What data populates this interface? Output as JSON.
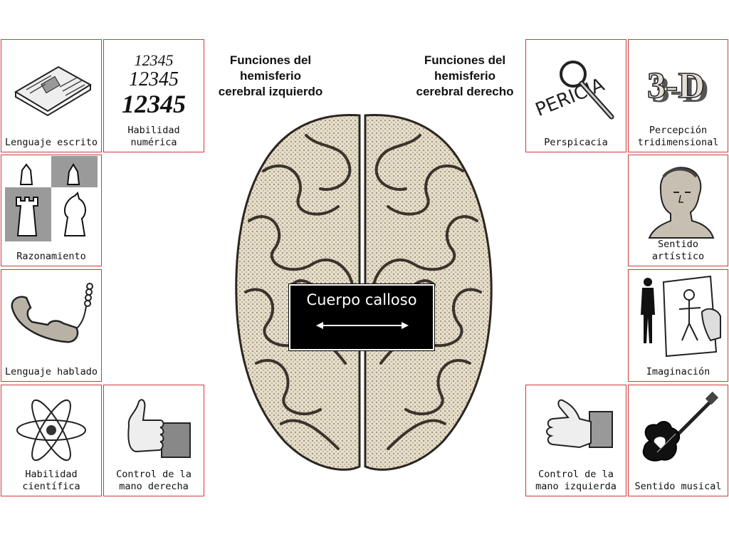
{
  "headings": {
    "left": "Funciones del\nhemisferio\ncerebral izquierdo",
    "right": "Funciones del\nhemisferio\ncerebral derecho"
  },
  "callosum": {
    "label": "Cuerpo calloso"
  },
  "left_boxes": [
    {
      "label": "Lenguaje escrito",
      "icon": "newspaper-icon"
    },
    {
      "label": "Habilidad\nnumérica",
      "icon": "numbers-icon",
      "numbers": [
        "12345",
        "12345",
        "12345"
      ]
    },
    {
      "label": "Razonamiento",
      "icon": "chess-icon"
    },
    {
      "label": "Lenguaje hablado",
      "icon": "telephone-icon"
    },
    {
      "label": "Habilidad\ncientífica",
      "icon": "atom-icon"
    },
    {
      "label": "Control de la\nmano derecha",
      "icon": "thumbs-up-icon"
    }
  ],
  "right_boxes": [
    {
      "label": "Perspicacia",
      "icon": "magnifier-icon",
      "word": "PERICIA"
    },
    {
      "label": "Percepción\ntridimensional",
      "icon": "three-d-icon",
      "word": "3-D"
    },
    {
      "label": "Sentido\nartístico",
      "icon": "sculpture-head-icon"
    },
    {
      "label": "Imaginación",
      "icon": "drawing-figure-icon"
    },
    {
      "label": "Control de la\nmano izquierda",
      "icon": "thumbs-up-left-icon"
    },
    {
      "label": "Sentido musical",
      "icon": "guitar-icon"
    }
  ]
}
